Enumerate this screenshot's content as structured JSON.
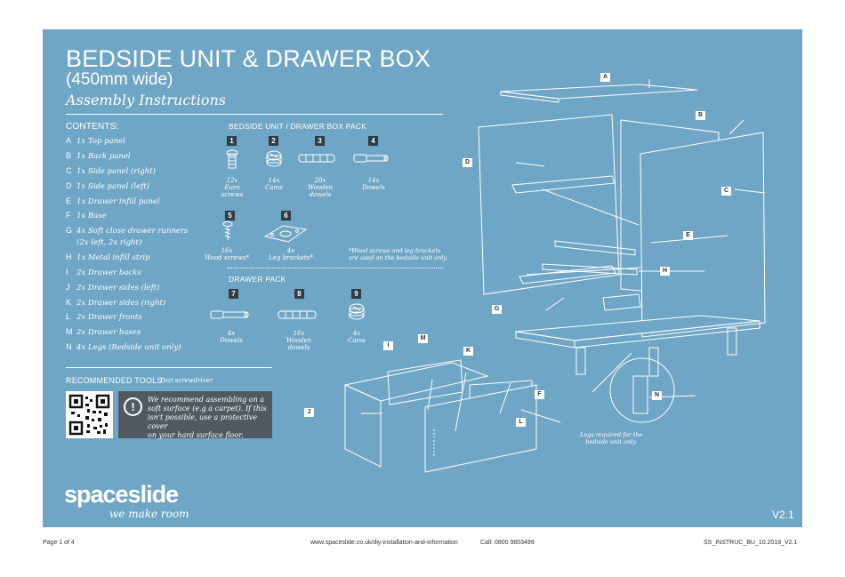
{
  "header": {
    "title": "BEDSIDE UNIT & DRAWER BOX",
    "subtitle": "(450mm wide)",
    "assembly": "Assembly Instructions"
  },
  "contents": {
    "heading": "CONTENTS:",
    "items": [
      {
        "letter": "A",
        "text": "1x Top panel"
      },
      {
        "letter": "B",
        "text": "1x Back panel"
      },
      {
        "letter": "C",
        "text": "1x Side panel (right)"
      },
      {
        "letter": "D",
        "text": "1x Side panel (left)"
      },
      {
        "letter": "E",
        "text": "1x Drawer infill panel"
      },
      {
        "letter": "F",
        "text": "1x Base"
      },
      {
        "letter": "G",
        "text": "4x Soft close drawer runners"
      },
      {
        "letter": "",
        "text": "(2x left, 2x right)"
      },
      {
        "letter": "H",
        "text": "1x Metal infill strip"
      },
      {
        "letter": "I",
        "text": "2x Drawer backs"
      },
      {
        "letter": "J",
        "text": "2x Drawer sides (left)"
      },
      {
        "letter": "K",
        "text": "2x Drawer sides (right)"
      },
      {
        "letter": "L",
        "text": "2x Drawer fronts"
      },
      {
        "letter": "M",
        "text": "2x Drawer bases"
      },
      {
        "letter": "N",
        "text": "4x Legs (Bedside unit only)"
      }
    ]
  },
  "bedside_pack": {
    "heading": "BEDSIDE UNIT / DRAWER BOX PACK",
    "parts": [
      {
        "num": "1",
        "label": "12x\nEuro\nscrews"
      },
      {
        "num": "2",
        "label": "14x\nCams"
      },
      {
        "num": "3",
        "label": "20x\nWooden\ndowels"
      },
      {
        "num": "4",
        "label": "14x\nDowels"
      },
      {
        "num": "5",
        "label": "16x\nWood screws*"
      },
      {
        "num": "6",
        "label": "4x\nLeg brackets*"
      }
    ],
    "note": "*Wood screws and leg brackets\nare used on the bedside unit only."
  },
  "drawer_pack": {
    "heading": "DRAWER PACK",
    "parts": [
      {
        "num": "7",
        "label": "4x\nDowels"
      },
      {
        "num": "8",
        "label": "16x\nWooden\ndowels"
      },
      {
        "num": "9",
        "label": "4x\nCams"
      }
    ]
  },
  "tools": {
    "heading": "RECOMMENDED TOOLS:",
    "value": "Pozi screwdriver"
  },
  "warning": {
    "icon": "exclamation-icon",
    "text": "We recommend assembling on a\nsoft surface (e.g a carpet). If this\nisn't possible, use a protective cover\non your hard surface floor."
  },
  "diagram": {
    "legs_note": "Legs required for the\nbedside unit only.",
    "tags": [
      "A",
      "B",
      "C",
      "D",
      "E",
      "F",
      "G",
      "H",
      "I",
      "J",
      "K",
      "L",
      "M",
      "N"
    ]
  },
  "brand": {
    "name": "spaceslide",
    "tagline": "we make room"
  },
  "version": "V2.1",
  "footer": {
    "page": "Page 1 of 4",
    "url": "www.spaceslide.co.uk/diy-installation-and-information",
    "call": "Call: 0800 9803499",
    "code": "SS_INSTRUC_BU_10.2018_V2.1"
  },
  "colors": {
    "sheet": "#6fa6c5",
    "dark_box": "#505a60",
    "num_badge": "#2f3d47"
  }
}
